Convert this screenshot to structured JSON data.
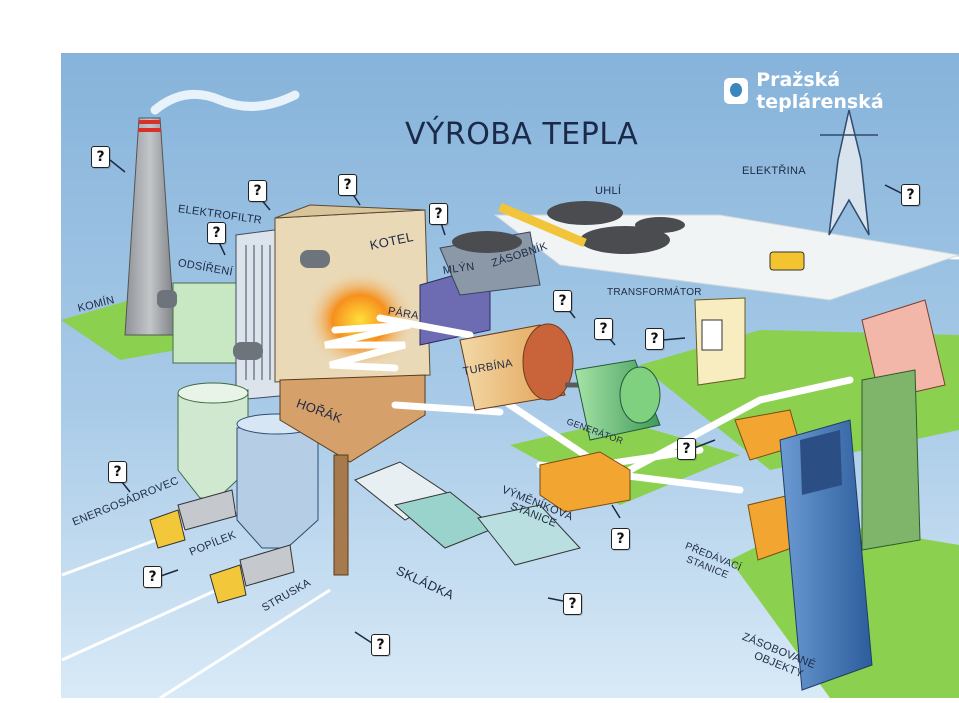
{
  "title": "VÝROBA TEPLA",
  "brand": {
    "name": "Pražská teplárenská",
    "logo_icon": "pt-logo-icon"
  },
  "labels": {
    "komin": "KOMÍN",
    "elektrofiltr": "ELEKTROFILTR",
    "odsireni": "ODSÍŘENÍ",
    "kotel": "KOTEL",
    "mlyn": "MLÝN",
    "zasobnik": "ZÁSOBNÍK",
    "uhli": "UHLÍ",
    "elektrina": "ELEKTŘINA",
    "transformator": "TRANSFORMÁTOR",
    "para": "PÁRA",
    "turbina": "TURBÍNA",
    "generator": "GENERÁTOR",
    "horak": "HOŘÁK",
    "vymenikova_stanice": [
      "VÝMĚNÍKOVÁ",
      "STANICE"
    ],
    "predavaci_stanice": [
      "PŘEDÁVACÍ",
      "STANICE"
    ],
    "zasobovane_objekty": [
      "ZÁSOBOVANÉ",
      "OBJEKTY"
    ],
    "energosadrovec": "ENERGOSÁDROVEC",
    "popilek": "POPÍLEK",
    "struska": "STRUSKA",
    "skladka": "SKLÁDKA"
  },
  "hotspot_text": "?",
  "colors": {
    "sky_top": "#8db8dc",
    "sky_bottom": "#d6e8f6",
    "grass": "#8bd14f",
    "flame": "#f08a1e",
    "steam_pipe": "#ffffff",
    "boiler": "#e9d8b5",
    "orange_box": "#f2a531"
  }
}
